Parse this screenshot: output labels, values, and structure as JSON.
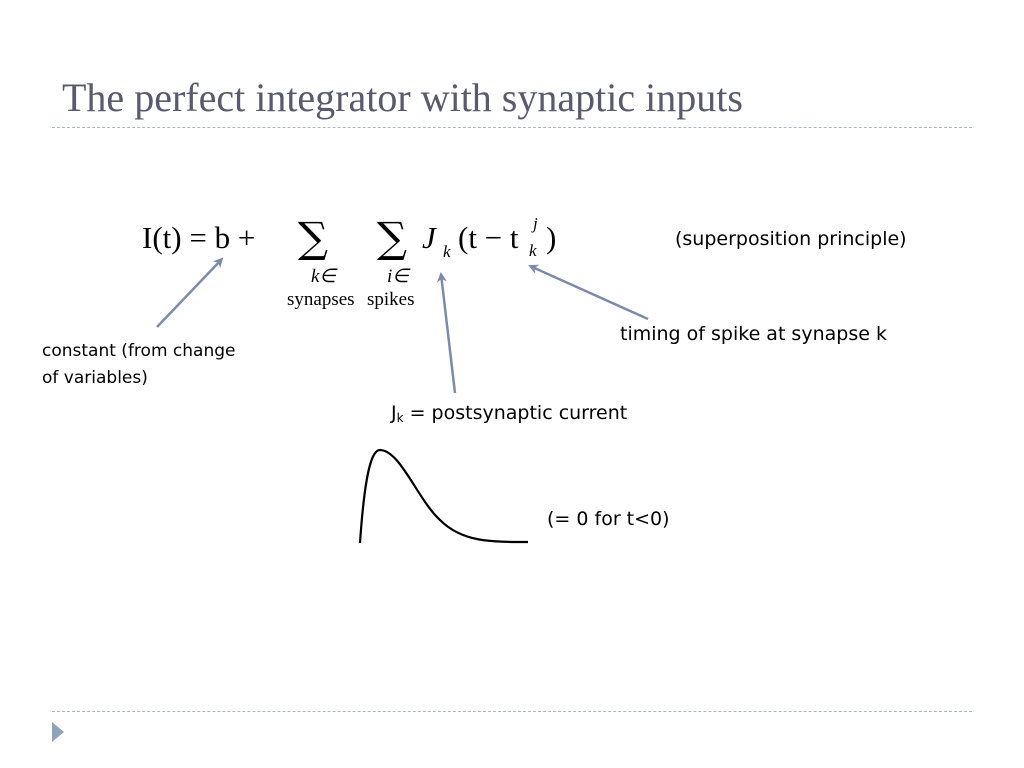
{
  "slide": {
    "title": "The perfect integrator with synaptic inputs"
  },
  "equation": {
    "lhs": "I(t) = b +",
    "sum1_sub": "k∈",
    "sum1_label": "synapses",
    "sum2_sub": "i∈",
    "sum2_label": "spikes",
    "term_J": "J",
    "term_J_sub": "k",
    "term_open": "(t − t",
    "term_t_sup": "j",
    "term_t_sub": "k",
    "term_close": ")"
  },
  "annotations": {
    "superposition": "(superposition principle)",
    "timing": "timing of spike at synapse k",
    "constant_line1": "constant (from change",
    "constant_line2": "of variables)",
    "jk_symbol": "J",
    "jk_sub": "k",
    "jk_rest": " = postsynaptic current",
    "zero_note": "(= 0 for t<0)"
  },
  "colors": {
    "title": "#595a6e",
    "arrow": "#7d8bab",
    "divider": "#a8b8c8",
    "bullet": "#8fa3bf"
  }
}
